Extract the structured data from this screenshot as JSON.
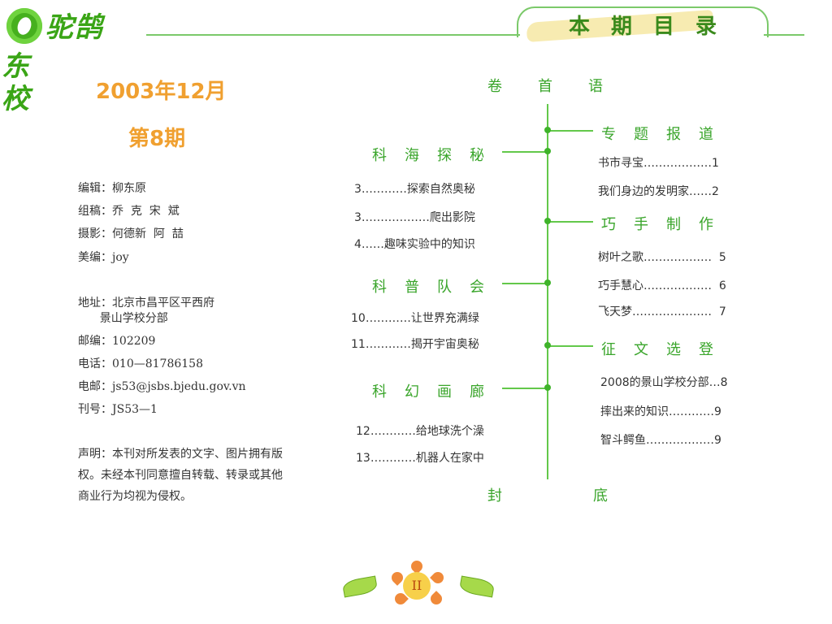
{
  "header": {
    "logo_letter": "O",
    "logo_text": "驼鹄",
    "logo_side": "东校",
    "title": "本期目录"
  },
  "left": {
    "date": "2003年12月",
    "issue": "第8期",
    "info": [
      "编辑：柳东原",
      "组稿：乔  克  宋  斌",
      "摄影：何德新  阿  喆",
      "美编：joy",
      "地址：北京市昌平区平西府",
      "      景山学校分部",
      "邮编：102209",
      "电话：010—81786158",
      "电邮：js53@jsbs.bjedu.gov.vn",
      "刊号：JS53—1"
    ],
    "notice": "声明：本刊对所发表的文字、图片拥有版权。未经本刊同意擅自转载、转录或其他商业行为均视为侵权。"
  },
  "toc": {
    "top": "卷首语",
    "bottom_left": "封",
    "bottom_right": "底",
    "left_sections": [
      {
        "title": "科海探秘",
        "items": [
          "3…………探索自然奥秘",
          "3………………爬出影院",
          "4……趣味实验中的知识"
        ]
      },
      {
        "title": "科普队会",
        "items": [
          "10…………让世界充满绿",
          "11…………揭开宇宙奥秘"
        ]
      },
      {
        "title": "科幻画廊",
        "items": [
          "12…………给地球洗个澡",
          "13…………机器人在家中"
        ]
      }
    ],
    "right_sections": [
      {
        "title": "专题报道",
        "items": [
          "书市寻宝………………1",
          "我们身边的发明家……2"
        ]
      },
      {
        "title": "巧手制作",
        "items": [
          "树叶之歌………………  5",
          "巧手慧心………………  6",
          "飞天梦…………………  7"
        ]
      },
      {
        "title": "征文选登",
        "items": [
          "2008的景山学校分部…8",
          "摔出来的知识…………9",
          "智斗鳄鱼………………9"
        ]
      }
    ]
  },
  "footer": {
    "page": "II"
  },
  "colors": {
    "green": "#3aa52b",
    "orange": "#f0a030"
  }
}
